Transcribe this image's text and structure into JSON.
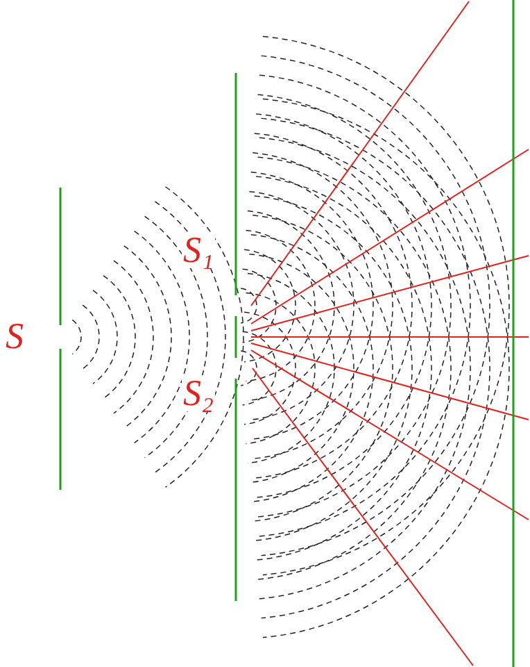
{
  "diagram": {
    "labels": [
      "S",
      "S₁",
      "S₂"
    ]
  }
}
